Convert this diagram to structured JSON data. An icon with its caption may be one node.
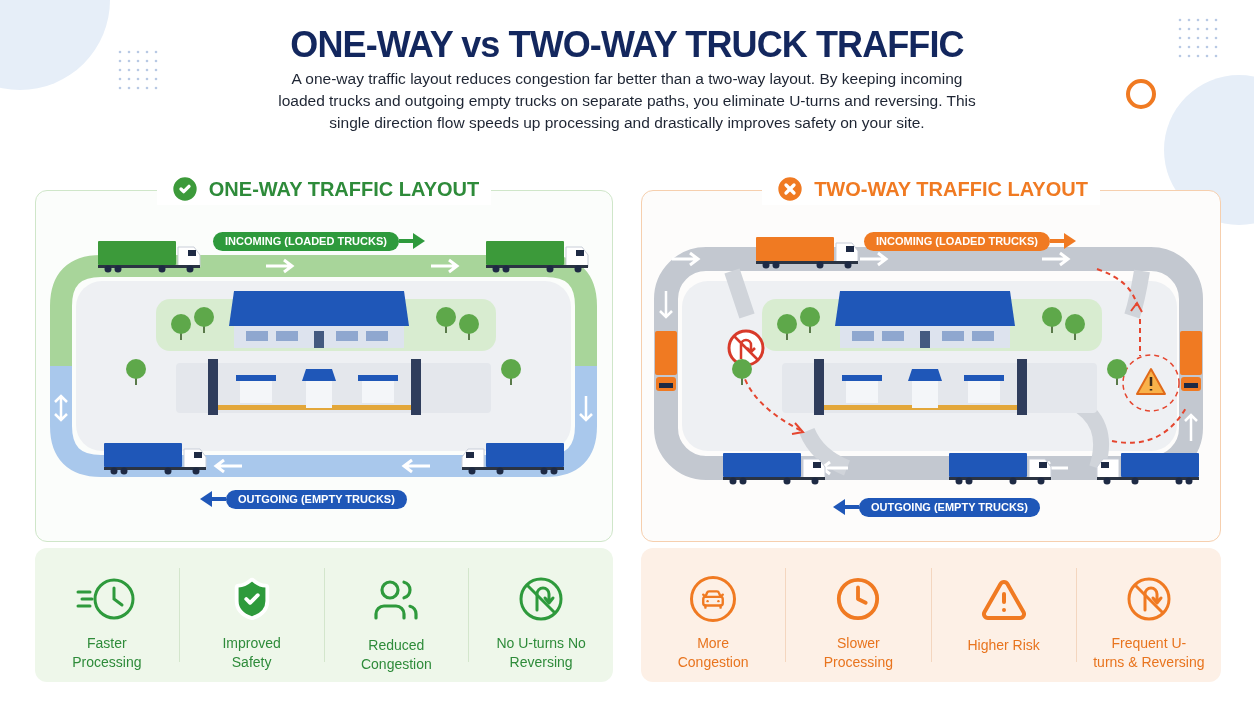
{
  "diagram": {
    "title": "ONE-WAY vs TWO-WAY TRUCK TRAFFIC",
    "nodes": [
      {
        "text": [
          "ONE-WAY TRAFFIC LAYOUT"
        ]
      },
      {
        "text": [
          "TWO-WAY TRAFFIC LAYOUT"
        ]
      },
      {
        "text": [],
        "shape": "box"
      },
      {
        "text": [
          "Faster Processing"
        ],
        "in": 2
      },
      {
        "text": [
          "Improved Safety"
        ],
        "in": 2
      },
      {
        "text": [
          "Reduced Congestion"
        ],
        "in": 2
      },
      {
        "text": [
          "No U-turns No Reversing"
        ],
        "in": 2
      },
      {
        "text": [],
        "shape": "box"
      },
      {
        "text": [
          "More Congestion"
        ],
        "in": 7
      },
      {
        "text": [
          "Slower Processing"
        ],
        "in": 7
      },
      {
        "text": [
          "Higher Risk"
        ],
        "in": 7
      },
      {
        "text": [
          "Frequent U-turns & Reversing"
        ],
        "in": 7
      }
    ],
    "labels": [
      "A one-way traffic layout reduces congestion far better than a two-way layout. By keeping incoming loaded trucks and outgoing empty trucks on separate paths, you eliminate U-turns and reversing. This single direction flow speeds up processing and drastically improves safety on your site.",
      "INCOMING (LOADED TRUCKS)",
      "OUTGOING (EMPTY TRUCKS)",
      "INCOMING (LOADED TRUCKS)",
      "OUTGOING (EMPTY TRUCKS)"
    ]
  }
}
